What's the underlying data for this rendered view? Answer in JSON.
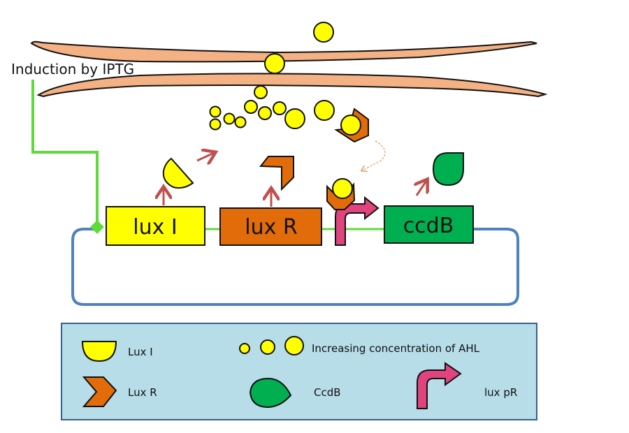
{
  "induction_label": "Induction by IPTG",
  "genes": [
    {
      "id": "luxI",
      "label": "lux I",
      "color": "#FFFF00"
    },
    {
      "id": "luxR",
      "label": "lux R",
      "color": "#E36C0A"
    },
    {
      "id": "ccdB",
      "label": "ccdB",
      "color": "#00B050"
    }
  ],
  "colors": {
    "membrane": "#F4B183",
    "ahl": "#FFFF00",
    "luxR": "#E36C0A",
    "ccdB": "#00B050",
    "promoter": "#E0447E",
    "plasmid": "#4F81BD",
    "induction_line": "#5EDB3A",
    "arrow": "#C0504D",
    "legend_bg": "#B7DDE8"
  },
  "legend": {
    "items": [
      {
        "id": "luxI",
        "label": "Lux I"
      },
      {
        "id": "ahl",
        "label": "Increasing concentration of AHL"
      },
      {
        "id": "luxR",
        "label": "Lux R"
      },
      {
        "id": "ccdB",
        "label": "CcdB"
      },
      {
        "id": "luxpR",
        "label": "lux pR"
      }
    ]
  }
}
